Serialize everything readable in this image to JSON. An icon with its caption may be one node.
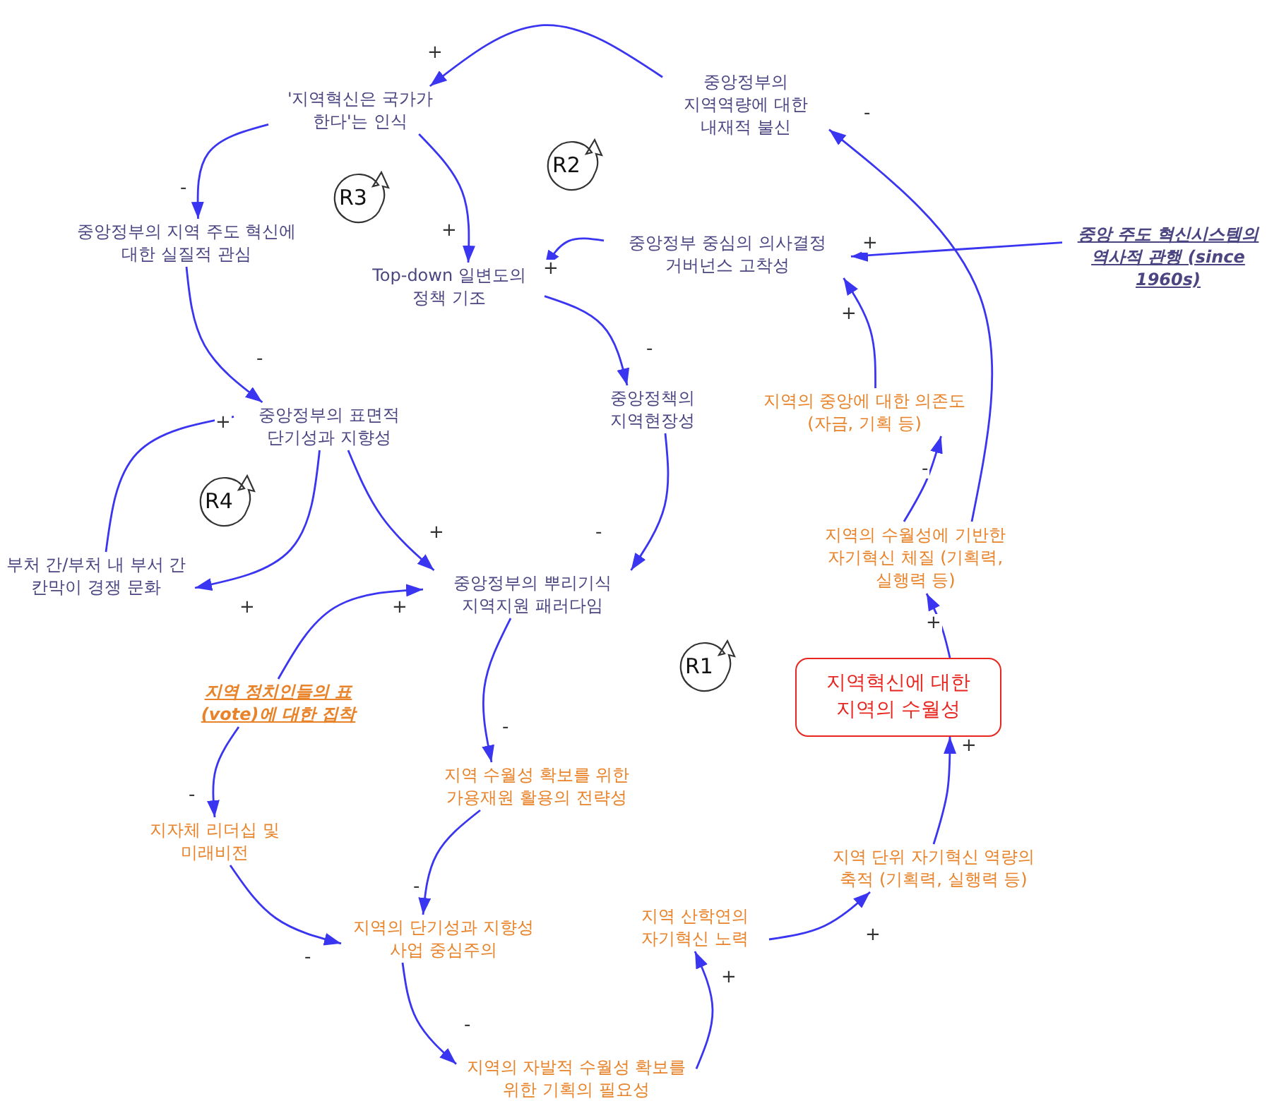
{
  "diagram": {
    "nodes": [
      {
        "text": [
          "'지역혁신은 국가가 한다'는 인식"
        ]
      },
      {
        "text": [
          "중앙정부의 지역역량에 대한 내재적 불신"
        ]
      },
      {
        "text": [
          "중앙정부의 지역 주도 혁신에 대한 실질적 관심"
        ]
      },
      {
        "text": [
          "Top-down 일변도의 정책 기조"
        ]
      },
      {
        "text": [
          "중앙정부 중심의 의사결정 거버넌스 고착성"
        ]
      },
      {
        "text": [
          "중앙 주도 혁신시스템의 역사적 관행 (since 1960s)"
        ]
      },
      {
        "text": [
          "중앙정부의 표면적 단기성과 지향성"
        ]
      },
      {
        "text": [
          "중앙정책의 지역현장성"
        ]
      },
      {
        "text": [
          "지역의 중앙에 대한 의존도(자금, 기획 등)"
        ]
      },
      {
        "text": [
          "부처 간/부처 내 부서 간 칸막이 경쟁 문화"
        ]
      },
      {
        "text": [
          "중앙정부의 뿌리기식 지역지원 패러다임"
        ]
      },
      {
        "text": [
          "지역의 수월성에 기반한 자기혁신 체질 (기획력, 실행력 등)"
        ]
      },
      {
        "text": [
          "지역 정치인들의 표(vote)에 대한 집착"
        ]
      },
      {
        "text": [
          "지역혁신에 대한 지역의 수월성"
        ]
      },
      {
        "text": [
          "지역 수월성 확보를 위한 가용재원 활용의 전략성"
        ]
      },
      {
        "text": [
          "지자체 리더십 및 미래비전"
        ]
      },
      {
        "text": [
          "지역 단위 자기혁신 역량의 축적 (기획력, 실행력 등)"
        ]
      },
      {
        "text": [
          "지역 산학연의 자기혁신 노력"
        ]
      },
      {
        "text": [
          "지역의 단기성과 지향성 사업 중심주의"
        ]
      },
      {
        "text": [
          "지역의 자발적 수월성 확보를 위한 기획의 필요성"
        ]
      }
    ],
    "edges": [
      {
        "from": 1,
        "to": 0,
        "arrow": "to",
        "label": "+"
      },
      {
        "from": 0,
        "to": 2,
        "arrow": "to",
        "label": "-"
      },
      {
        "from": 0,
        "to": 3,
        "arrow": "to",
        "label": "+"
      },
      {
        "from": 4,
        "to": 3,
        "arrow": "to",
        "label": "+"
      },
      {
        "from": 5,
        "to": 4,
        "arrow": "to",
        "label": "+"
      },
      {
        "from": 2,
        "to": 6,
        "arrow": "to",
        "label": "-"
      },
      {
        "from": 3,
        "to": 7,
        "arrow": "to",
        "label": "-"
      },
      {
        "from": 11,
        "to": 1,
        "arrow": "to",
        "label": "-"
      },
      {
        "from": 8,
        "to": 4,
        "arrow": "to",
        "label": "+"
      },
      {
        "from": 11,
        "to": 8,
        "arrow": "to",
        "label": "-"
      },
      {
        "from": 9,
        "to": 6,
        "arrow": "to",
        "label": "+"
      },
      {
        "from": 6,
        "to": 9,
        "arrow": "to",
        "label": "+"
      },
      {
        "from": 6,
        "to": 10,
        "arrow": "to",
        "label": "+"
      },
      {
        "from": 7,
        "to": 10,
        "arrow": "to",
        "label": "-"
      },
      {
        "from": 12,
        "to": 10,
        "arrow": "to",
        "label": "+"
      },
      {
        "from": 10,
        "to": 14,
        "arrow": "to",
        "label": "-"
      },
      {
        "from": 12,
        "to": 15,
        "arrow": "to",
        "label": "-"
      },
      {
        "from": 14,
        "to": 18,
        "arrow": "to",
        "label": "-"
      },
      {
        "from": 15,
        "to": 18,
        "arrow": "to",
        "label": "-"
      },
      {
        "from": 18,
        "to": 19,
        "arrow": "to",
        "label": "-"
      },
      {
        "from": 19,
        "to": 17,
        "arrow": "to",
        "label": "+"
      },
      {
        "from": 17,
        "to": 16,
        "arrow": "to",
        "label": "+"
      },
      {
        "from": 16,
        "to": 13,
        "arrow": "to",
        "label": "+"
      },
      {
        "from": 13,
        "to": 11,
        "arrow": "to",
        "label": "+"
      }
    ],
    "labels": [
      "R2",
      "R3",
      "R4",
      "R1"
    ]
  }
}
